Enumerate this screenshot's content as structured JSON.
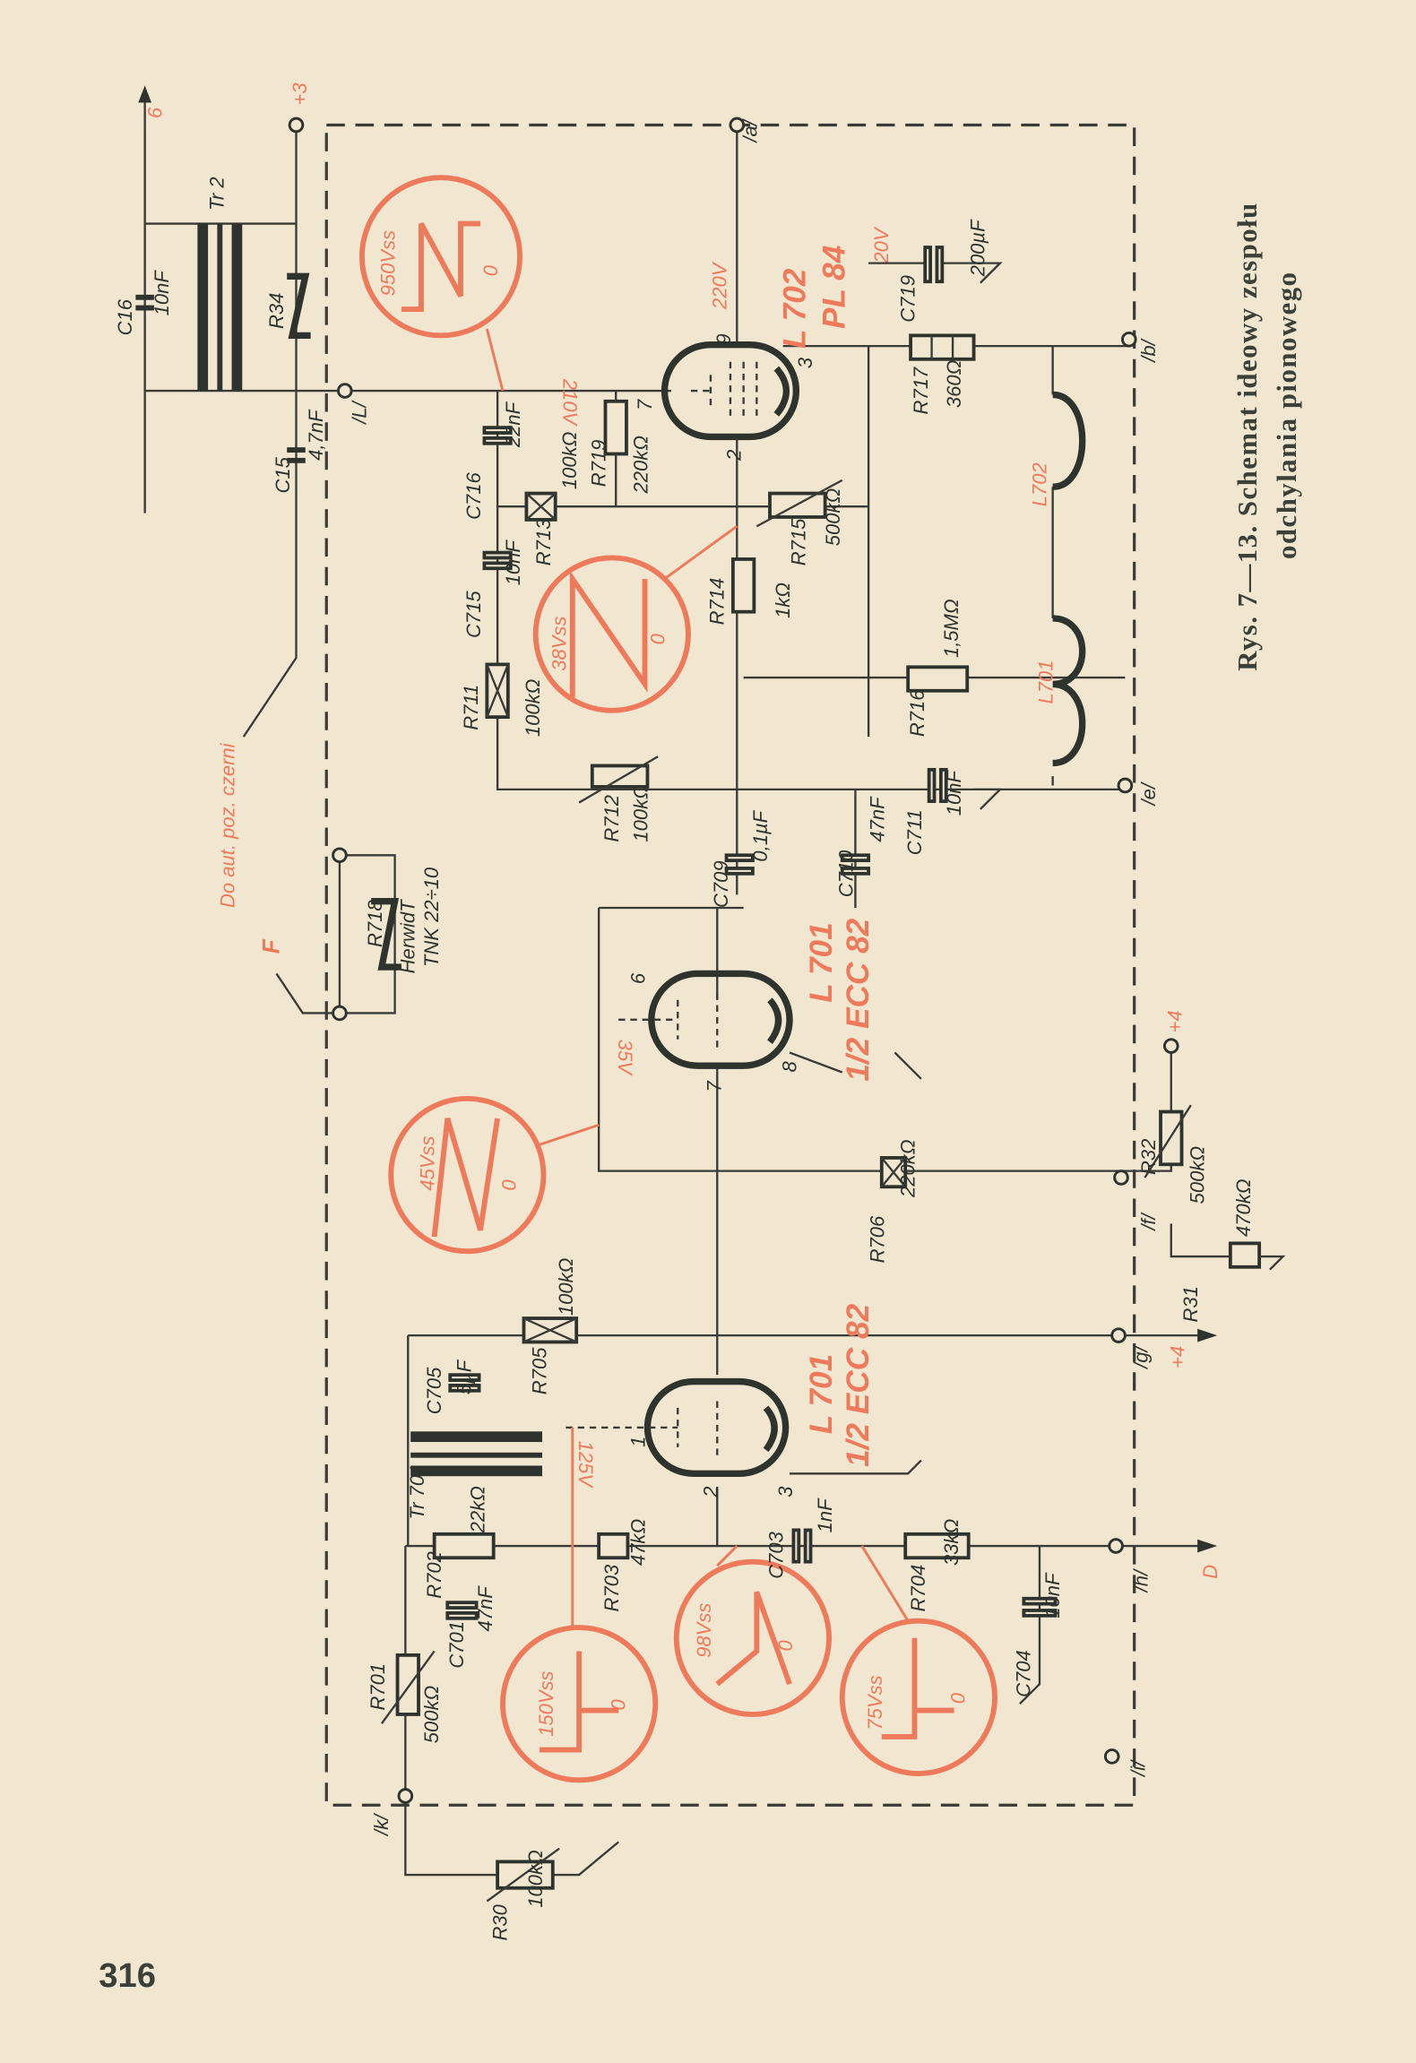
{
  "page_number": "316",
  "caption": {
    "line1": "Rys. 7—13. Schemat ideowy zespołu",
    "line2": "odchylania pionowego"
  },
  "terminals": {
    "a": "/a/",
    "b": "/b/",
    "e": "/e/",
    "f": "/f/",
    "g": "/g/",
    "h": "/h/",
    "i": "/i/",
    "k": "/k/",
    "L": "/L/"
  },
  "tubes": {
    "l702": {
      "name": "L 702",
      "type": "PL 84",
      "pins": [
        "9",
        "7",
        "2",
        "3"
      ],
      "anode_v": "220V",
      "cathode_v": "20V",
      "grid_v": "210V"
    },
    "l701a": {
      "name": "L 701",
      "type": "1/2 ECC 82",
      "pins": [
        "6",
        "7",
        "8"
      ],
      "v": "35V"
    },
    "l701b": {
      "name": "L 701",
      "type": "1/2 ECC 82",
      "pins": [
        "1",
        "2",
        "3"
      ],
      "v": "125V"
    }
  },
  "waveforms": [
    "950Vss",
    "38Vss",
    "45Vss",
    "150Vss",
    "98Vss",
    "75Vss"
  ],
  "waveform_zero": "0",
  "components": {
    "c716": [
      "C716",
      "22nF"
    ],
    "r713": [
      "R713",
      "100kΩ"
    ],
    "r719": [
      "R719",
      "220kΩ"
    ],
    "c715": [
      "C715",
      "10nF"
    ],
    "r711": [
      "R711",
      "100kΩ"
    ],
    "r712": [
      "R712",
      "100kΩ"
    ],
    "r714": [
      "R714",
      "1kΩ"
    ],
    "r715": [
      "R715",
      "500kΩ"
    ],
    "r716": [
      "R716",
      "1,5MΩ"
    ],
    "r717": [
      "R717",
      "360Ω"
    ],
    "c719": [
      "C719",
      "200µF"
    ],
    "c709": [
      "C709",
      "0,1µF"
    ],
    "c710": [
      "C710",
      "47nF"
    ],
    "c711": [
      "C711",
      "10nF"
    ],
    "l702c": [
      "L702"
    ],
    "l701c": [
      "L701"
    ],
    "r706": [
      "R706",
      "220kΩ"
    ],
    "r32": [
      "R32",
      "500kΩ"
    ],
    "r31": [
      "R31",
      "470kΩ"
    ],
    "r705": [
      "R705",
      "100kΩ"
    ],
    "c705": [
      "C705",
      "5µF"
    ],
    "tr701": [
      "Tr 701"
    ],
    "r702": [
      "R702",
      "22kΩ"
    ],
    "c701": [
      "C701",
      "47nF"
    ],
    "r701": [
      "R701",
      "500kΩ"
    ],
    "r703": [
      "R703",
      "47kΩ"
    ],
    "c703": [
      "C703",
      "1nF"
    ],
    "r704": [
      "R704",
      "33kΩ"
    ],
    "c704": [
      "C704",
      "10nF"
    ],
    "r30": [
      "R30",
      "100kΩ"
    ],
    "r718": [
      "R718",
      "HerwidT",
      "TNK 22÷10"
    ],
    "c16": [
      "C16",
      "10nF"
    ],
    "tr2": [
      "Tr 2"
    ],
    "r34": [
      "R34"
    ],
    "c15": [
      "C15",
      "4,7nF"
    ]
  },
  "signals": {
    "out6": "6",
    "plus3": "+3",
    "plus4a": "+4",
    "plus4b": "+4",
    "D": "D",
    "F": "F",
    "to_black": "Do aut. poz. czerni"
  },
  "colors": {
    "ink": "#2e332e",
    "red": "#ee7a5c",
    "paper": "#f1e6d0"
  }
}
